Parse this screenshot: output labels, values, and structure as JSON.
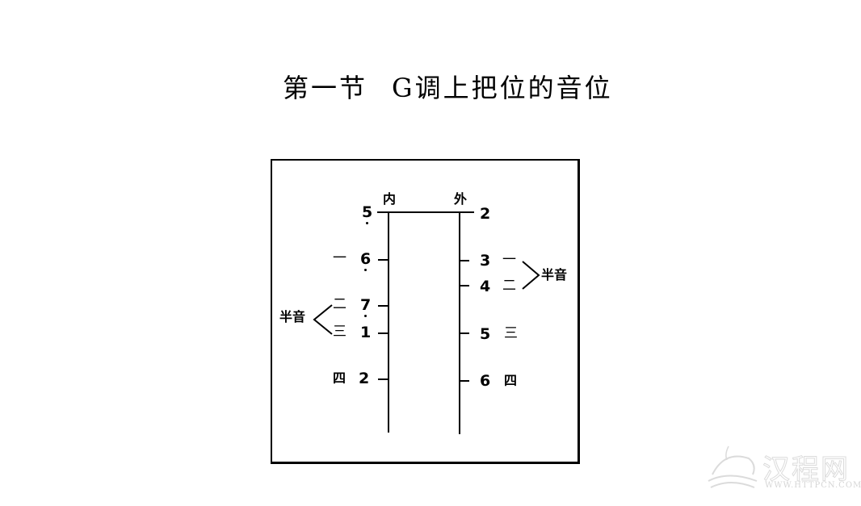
{
  "title": {
    "section": "第一节",
    "heading": "G调上把位的音位"
  },
  "diagram": {
    "inner_label": "内",
    "outer_label": "外",
    "inner_string": [
      {
        "note": "5",
        "low_dot": true,
        "finger": ""
      },
      {
        "note": "6",
        "low_dot": true,
        "finger": "一"
      },
      {
        "note": "7",
        "low_dot": true,
        "finger": "二"
      },
      {
        "note": "1",
        "low_dot": false,
        "finger": "三"
      },
      {
        "note": "2",
        "low_dot": false,
        "finger": "四"
      }
    ],
    "outer_string": [
      {
        "note": "2",
        "finger": ""
      },
      {
        "note": "3",
        "finger": "一"
      },
      {
        "note": "4",
        "finger": "二"
      },
      {
        "note": "5",
        "finger": "三"
      },
      {
        "note": "6",
        "finger": "四"
      }
    ],
    "semitone_label_left": "半音",
    "semitone_label_right": "半音"
  },
  "watermark": {
    "name": "汉程网",
    "url": "WWW.HTTPCN.COM"
  }
}
